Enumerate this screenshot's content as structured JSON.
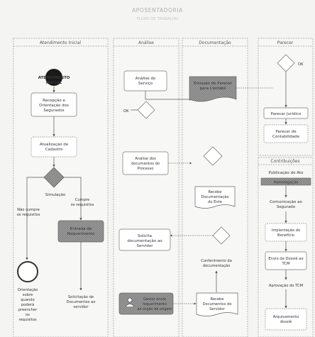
{
  "header": {
    "title": "APOSENTADORIA",
    "subtitle": "FLUXO DE TRABALHO"
  },
  "lanes": {
    "atendimento": "Atendimento Inicial",
    "analise": "Análise",
    "documentacao": "Documentação",
    "parecer": "Parecer",
    "contribuicoes": "Contribuições"
  },
  "nodes": {
    "start_line1": "ATENDIMENTO",
    "start_line2": "INICIAL",
    "recepcao_line1": "Recepção e",
    "recepcao_line2": "Orientação dos",
    "recepcao_line3": "Segurados",
    "atualizacao_line1": "Atualização de",
    "atualizacao_line2": "Cadastro",
    "simulacao": "Simulação",
    "nao_cumpre_line1": "Não cumpre",
    "nao_cumpre_line2": "os requisitos",
    "cumpre_line1": "Cumpre",
    "cumpre_line2": "os requisitos",
    "entrada_line1": "Entrada de",
    "entrada_line2": "Requerimento",
    "orientacao_line1": "Orientação",
    "orientacao_line2": "sobre",
    "orientacao_line3": "quando",
    "orientacao_line4": "poderá",
    "orientacao_line5": "preencher",
    "orientacao_line6": "os",
    "orientacao_line7": "requisitos",
    "solicitacao_line1": "Solicitação de",
    "solicitacao_line2": "Documentos ao",
    "solicitacao_line3": "servidor",
    "analise_servico_line1": "Análise do",
    "analise_servico_line2": "Serviço",
    "ok_label": "OK",
    "analise_docs_line1": "Análise dos",
    "analise_docs_line2": "documentos do",
    "analise_docs_line3": "Processo",
    "solicita_line1": "Solicita",
    "solicita_line2": "documentação ao",
    "solicita_line3": "Servidor",
    "gestor_line1": "Gestor envia",
    "gestor_line2": "requerimento",
    "gestor_line3": "ao órgão de origem",
    "emissao_line1": "Emissão de Parecer",
    "emissao_line2": "para Contábil",
    "recebe_docs_line1": "Recebe",
    "recebe_docs_line2": "Documentação",
    "recebe_docs_line3": "do Ente",
    "conferimento_line1": "Conferimento da",
    "conferimento_line2": "documentação",
    "recebe_serv_line1": "Recebe",
    "recebe_serv_line2": "Documentos do",
    "recebe_serv_line3": "Servidor",
    "ok_parecer": "OK",
    "parecer_juridico": "Parecer Jurídico",
    "parecer_contab_line1": "Parecer de",
    "parecer_contab_line2": "Contabilidade",
    "publicacao": "Publicação do Ato",
    "homologacao": "Homologação",
    "comunicacao_line1": "Comunicação ao",
    "comunicacao_line2": "Segurado",
    "implantacao_line1": "Implantação do",
    "implantacao_line2": "Benefício",
    "envio_line1": "Envio de Dossiê ao",
    "envio_line2": "TCM",
    "aprovacao": "Aprovação do TCM",
    "arquivamento_line1": "Arquivamento",
    "arquivamento_line2": "dossiê"
  }
}
